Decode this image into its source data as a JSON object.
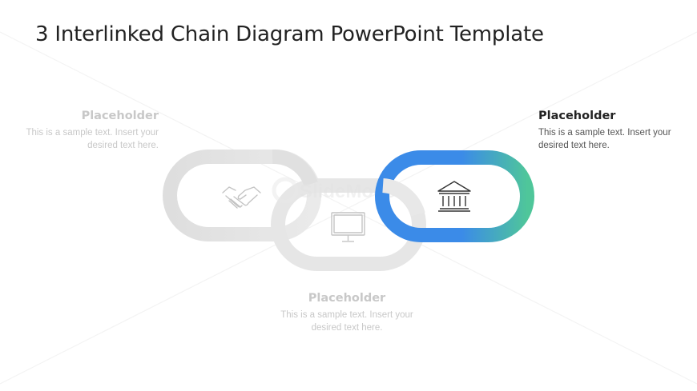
{
  "title": "3 Interlinked Chain Diagram PowerPoint Template",
  "watermark": "SlideModel",
  "colors": {
    "grey_link": "#e3e3e3",
    "blue_gradient_start": "#3b8be8",
    "blue_gradient_end": "#4fc69a",
    "heading_dark": "#222222",
    "placeholder_grey": "#c8c8c8"
  },
  "items": [
    {
      "heading": "Placeholder",
      "body": "This is a sample text. Insert your desired text here.",
      "icon": "handshake-icon",
      "highlighted": false
    },
    {
      "heading": "Placeholder",
      "body": "This is a sample text. Insert your desired text here.",
      "icon": "monitor-icon",
      "highlighted": false
    },
    {
      "heading": "Placeholder",
      "body": "This is a sample text. Insert your desired text here.",
      "icon": "bank-icon",
      "highlighted": true
    }
  ]
}
